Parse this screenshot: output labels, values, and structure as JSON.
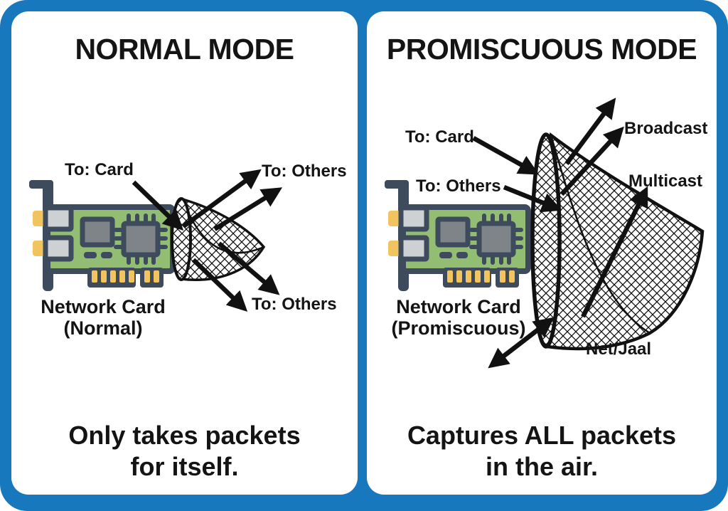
{
  "colors": {
    "frame_blue": "#1878BE",
    "panel_white": "#FFFFFF",
    "ink": "#141414",
    "pcb_green": "#93BD72",
    "navy": "#3E4B5C",
    "gold": "#F2C45F",
    "port_gray": "#CDD1D4",
    "chip_gray": "#7E8487"
  },
  "left": {
    "title": "NORMAL MODE",
    "to_card": "To: Card",
    "to_others_top": "To: Others",
    "to_others_bottom": "To: Others",
    "card_name": "Network Card",
    "card_mode": "(Normal)",
    "caption1": "Only takes packets",
    "caption2": "for itself."
  },
  "right": {
    "title": "PROMISCUOUS MODE",
    "to_card": "To: Card",
    "to_others": "To: Others",
    "broadcast": "Broadcast",
    "multicast": "Multicast",
    "net_label": "Net/Jaal",
    "card_name": "Network Card",
    "card_mode": "(Promiscuous)",
    "caption1": "Captures ALL packets",
    "caption2": "in the air."
  }
}
